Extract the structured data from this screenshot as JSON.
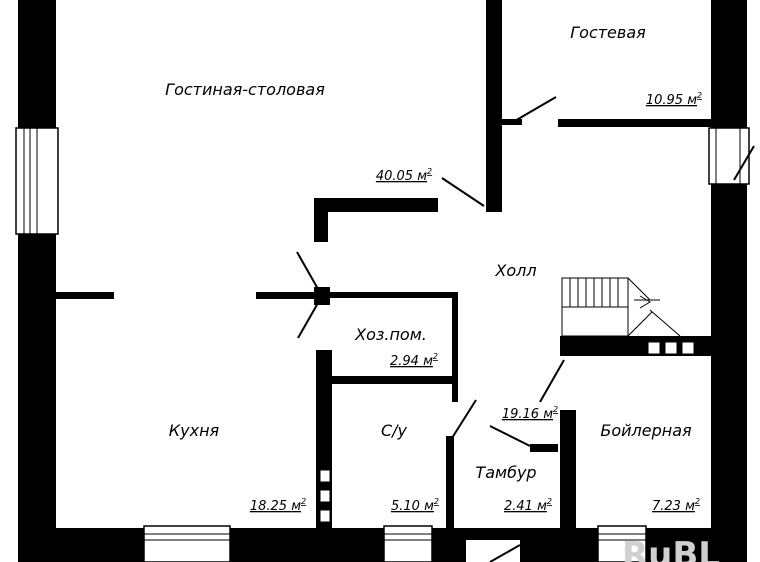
{
  "rooms": [
    {
      "id": "living",
      "name": "Гостиная-столовая",
      "area": "40.05",
      "unit": "м"
    },
    {
      "id": "guest",
      "name": "Гостевая",
      "area": "10.95",
      "unit": "м"
    },
    {
      "id": "hall",
      "name": "Холл",
      "area": "19.16",
      "unit": "м"
    },
    {
      "id": "utility",
      "name": "Хоз.пом.",
      "area": "2.94",
      "unit": "м"
    },
    {
      "id": "kitchen",
      "name": "Кухня",
      "area": "18.25",
      "unit": "м"
    },
    {
      "id": "bathroom",
      "name": "С/у",
      "area": "5.10",
      "unit": "м"
    },
    {
      "id": "vestibule",
      "name": "Тамбур",
      "area": "2.41",
      "unit": "м"
    },
    {
      "id": "boiler",
      "name": "Бойлерная",
      "area": "7.23",
      "unit": "м"
    }
  ],
  "unit_power": "2",
  "watermark": "RuBL"
}
